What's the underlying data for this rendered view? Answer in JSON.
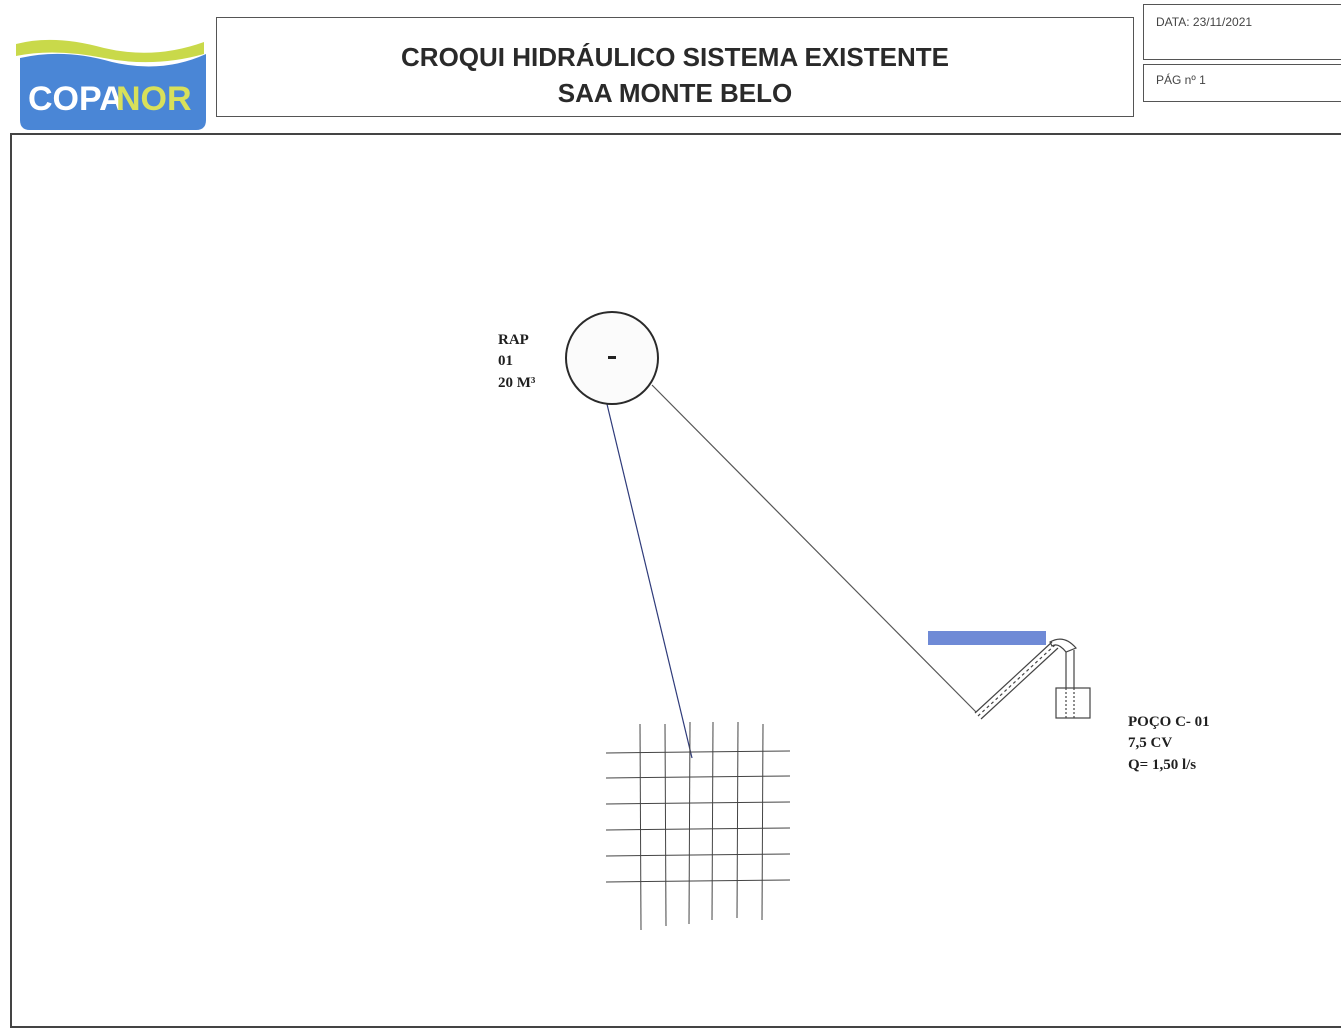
{
  "header": {
    "logo_text_1": "COPA",
    "logo_text_2": "NOR",
    "title_line1": "CROQUI HIDRÁULICO SISTEMA EXISTENTE",
    "title_line2": "SAA MONTE BELO",
    "date_label": "DATA: 23/11/2021",
    "page_label": "PÁG nº 1"
  },
  "diagram": {
    "reservoir": {
      "line1": "RAP",
      "line2": "01",
      "line3": "20 M³"
    },
    "well": {
      "line1": "POÇO C- 01",
      "line2": "7,5 CV",
      "line3": "Q= 1,50 l/s"
    }
  },
  "colors": {
    "logo_blue": "#4a86d6",
    "logo_swoosh": "#c9d94a",
    "logo_accent": "#d8e05a",
    "pipe": "#2f3b7a",
    "pump_bar": "#6f8ad6"
  }
}
